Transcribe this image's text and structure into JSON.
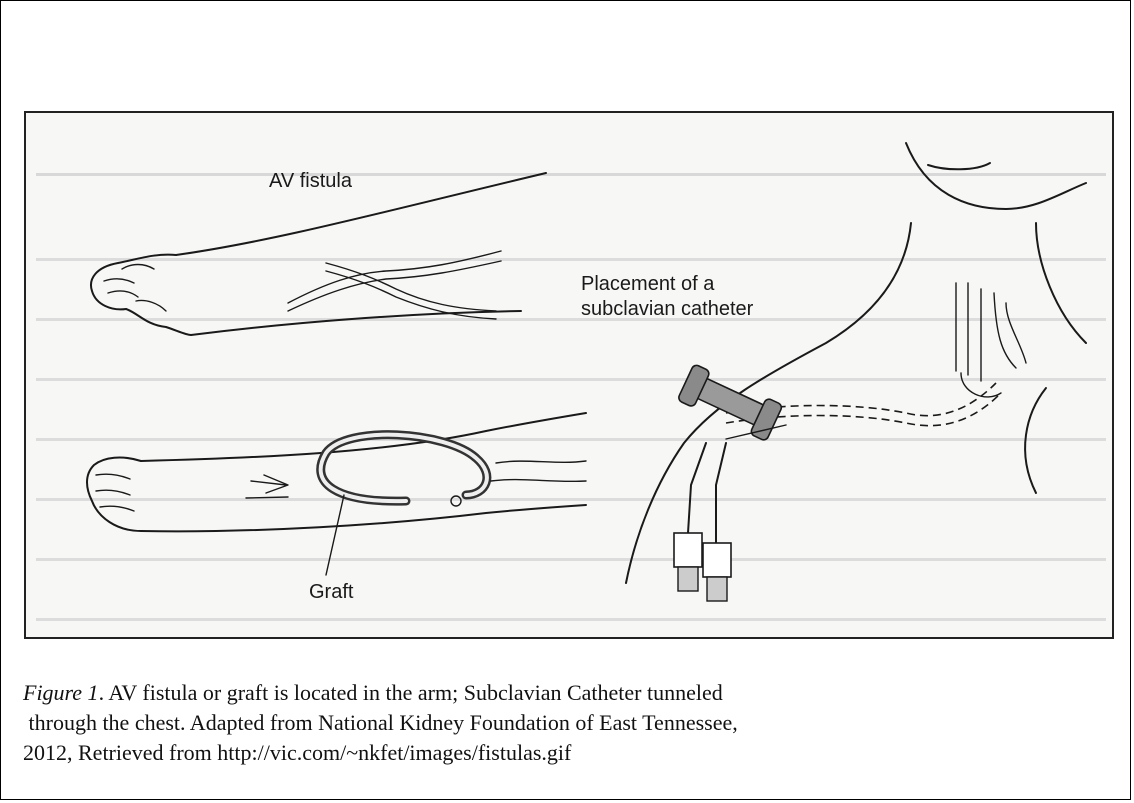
{
  "figure": {
    "labels": {
      "av_fistula": "AV fistula",
      "placement_line1": "Placement of a",
      "placement_line2": "subclavian catheter",
      "graft": "Graft"
    }
  },
  "caption": {
    "figure_label": "Figure 1",
    "line1_rest": ". AV fistula or graft is located in the arm; Subclavian Catheter tunneled",
    "line2": " through the chest. Adapted from National Kidney Foundation of East Tennessee,",
    "line3": "2012, Retrieved from http://vic.com/~nkfet/images/fistulas.gif"
  }
}
